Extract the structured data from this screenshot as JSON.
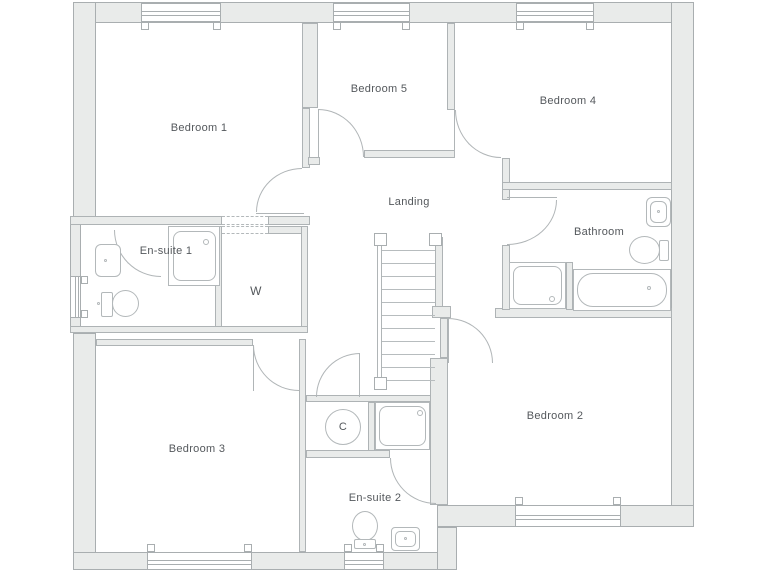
{
  "plan": {
    "rooms": {
      "bedroom1": "Bedroom 1",
      "bedroom5": "Bedroom 5",
      "bedroom4": "Bedroom 4",
      "landing": "Landing",
      "ensuite1": "En-suite 1",
      "wardrobe": "W",
      "bathroom": "Bathroom",
      "bedroom3": "Bedroom 3",
      "cupboard": "C",
      "ensuite2": "En-suite 2",
      "bedroom2": "Bedroom 2"
    },
    "colors": {
      "wall_fill": "#e9ebea",
      "wall_line": "#a9aeb0",
      "fixture_line": "#b3b8ba",
      "text": "#54585c",
      "background": "#ffffff"
    }
  }
}
